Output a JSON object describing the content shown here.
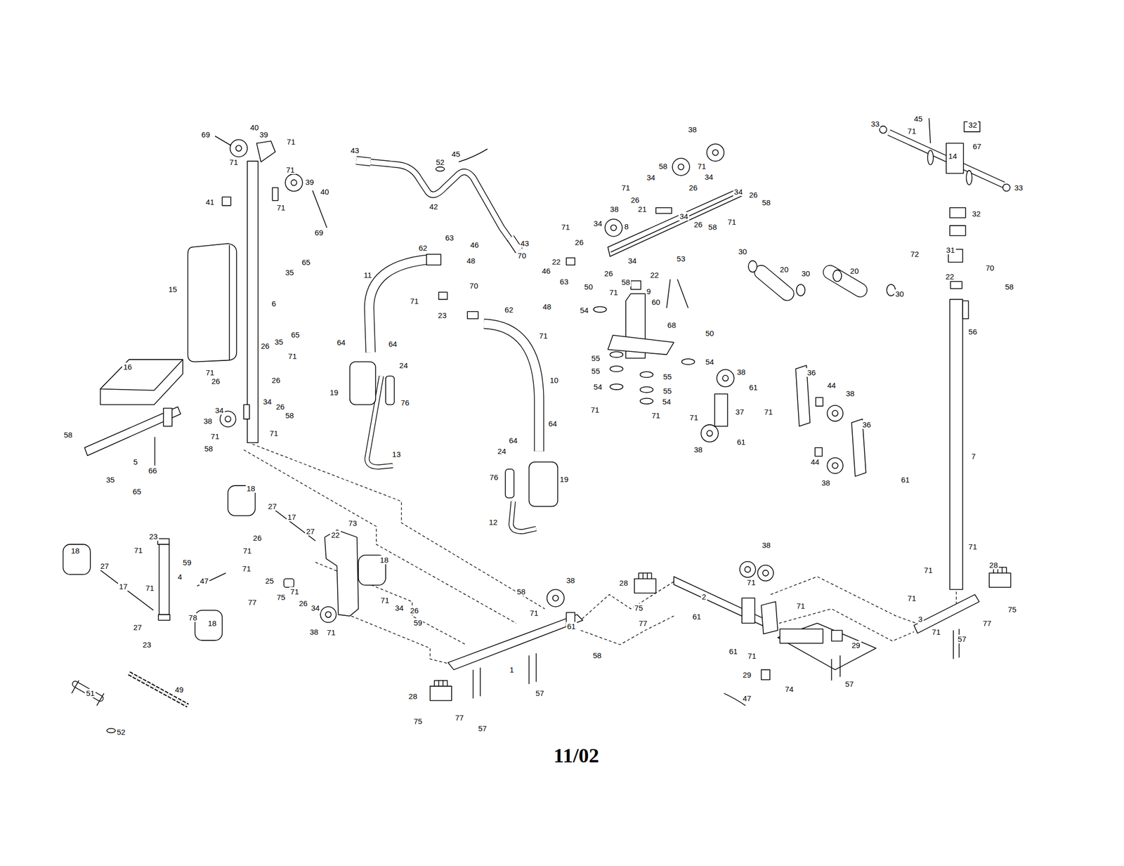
{
  "diagram": {
    "caption": "11/02",
    "labels": [
      "69",
      "40",
      "39",
      "71",
      "71",
      "71",
      "41",
      "39",
      "40",
      "71",
      "69",
      "65",
      "35",
      "15",
      "6",
      "65",
      "35",
      "26",
      "71",
      "26",
      "71",
      "26",
      "34",
      "26",
      "58",
      "38",
      "34",
      "71",
      "71",
      "16",
      "58",
      "58",
      "5",
      "66",
      "35",
      "65",
      "43",
      "52",
      "45",
      "42",
      "43",
      "62",
      "63",
      "46",
      "48",
      "70",
      "11",
      "71",
      "23",
      "64",
      "64",
      "24",
      "19",
      "76",
      "13",
      "70",
      "46",
      "63",
      "48",
      "62",
      "71",
      "10",
      "64",
      "64",
      "24",
      "76",
      "19",
      "12",
      "38",
      "58",
      "71",
      "34",
      "34",
      "71",
      "26",
      "26",
      "34",
      "26",
      "58",
      "21",
      "38",
      "71",
      "34",
      "8",
      "71",
      "26",
      "34",
      "26",
      "58",
      "34",
      "22",
      "26",
      "58",
      "22",
      "50",
      "71",
      "9",
      "53",
      "60",
      "54",
      "68",
      "50",
      "54",
      "55",
      "55",
      "55",
      "55",
      "54",
      "54",
      "71",
      "71",
      "38",
      "61",
      "71",
      "37",
      "38",
      "61",
      "71",
      "36",
      "44",
      "38",
      "36",
      "44",
      "38",
      "61",
      "33",
      "45",
      "71",
      "32",
      "67",
      "14",
      "33",
      "32",
      "30",
      "20",
      "30",
      "20",
      "30",
      "72",
      "31",
      "70",
      "22",
      "58",
      "56",
      "7",
      "71",
      "71",
      "28",
      "71",
      "75",
      "77",
      "71",
      "57",
      "18",
      "27",
      "17",
      "27",
      "22",
      "73",
      "18",
      "27",
      "23",
      "71",
      "59",
      "4",
      "47",
      "71",
      "17",
      "27",
      "78",
      "18",
      "23",
      "26",
      "71",
      "71",
      "25",
      "77",
      "75",
      "71",
      "26",
      "34",
      "38",
      "71",
      "18",
      "71",
      "34",
      "26",
      "59",
      "51",
      "49",
      "52",
      "38",
      "58",
      "71",
      "61",
      "58",
      "1",
      "57",
      "28",
      "75",
      "77",
      "57",
      "28",
      "75",
      "77",
      "38",
      "71",
      "71",
      "2",
      "61",
      "61",
      "71",
      "29",
      "29",
      "74",
      "57",
      "47",
      "3"
    ]
  }
}
